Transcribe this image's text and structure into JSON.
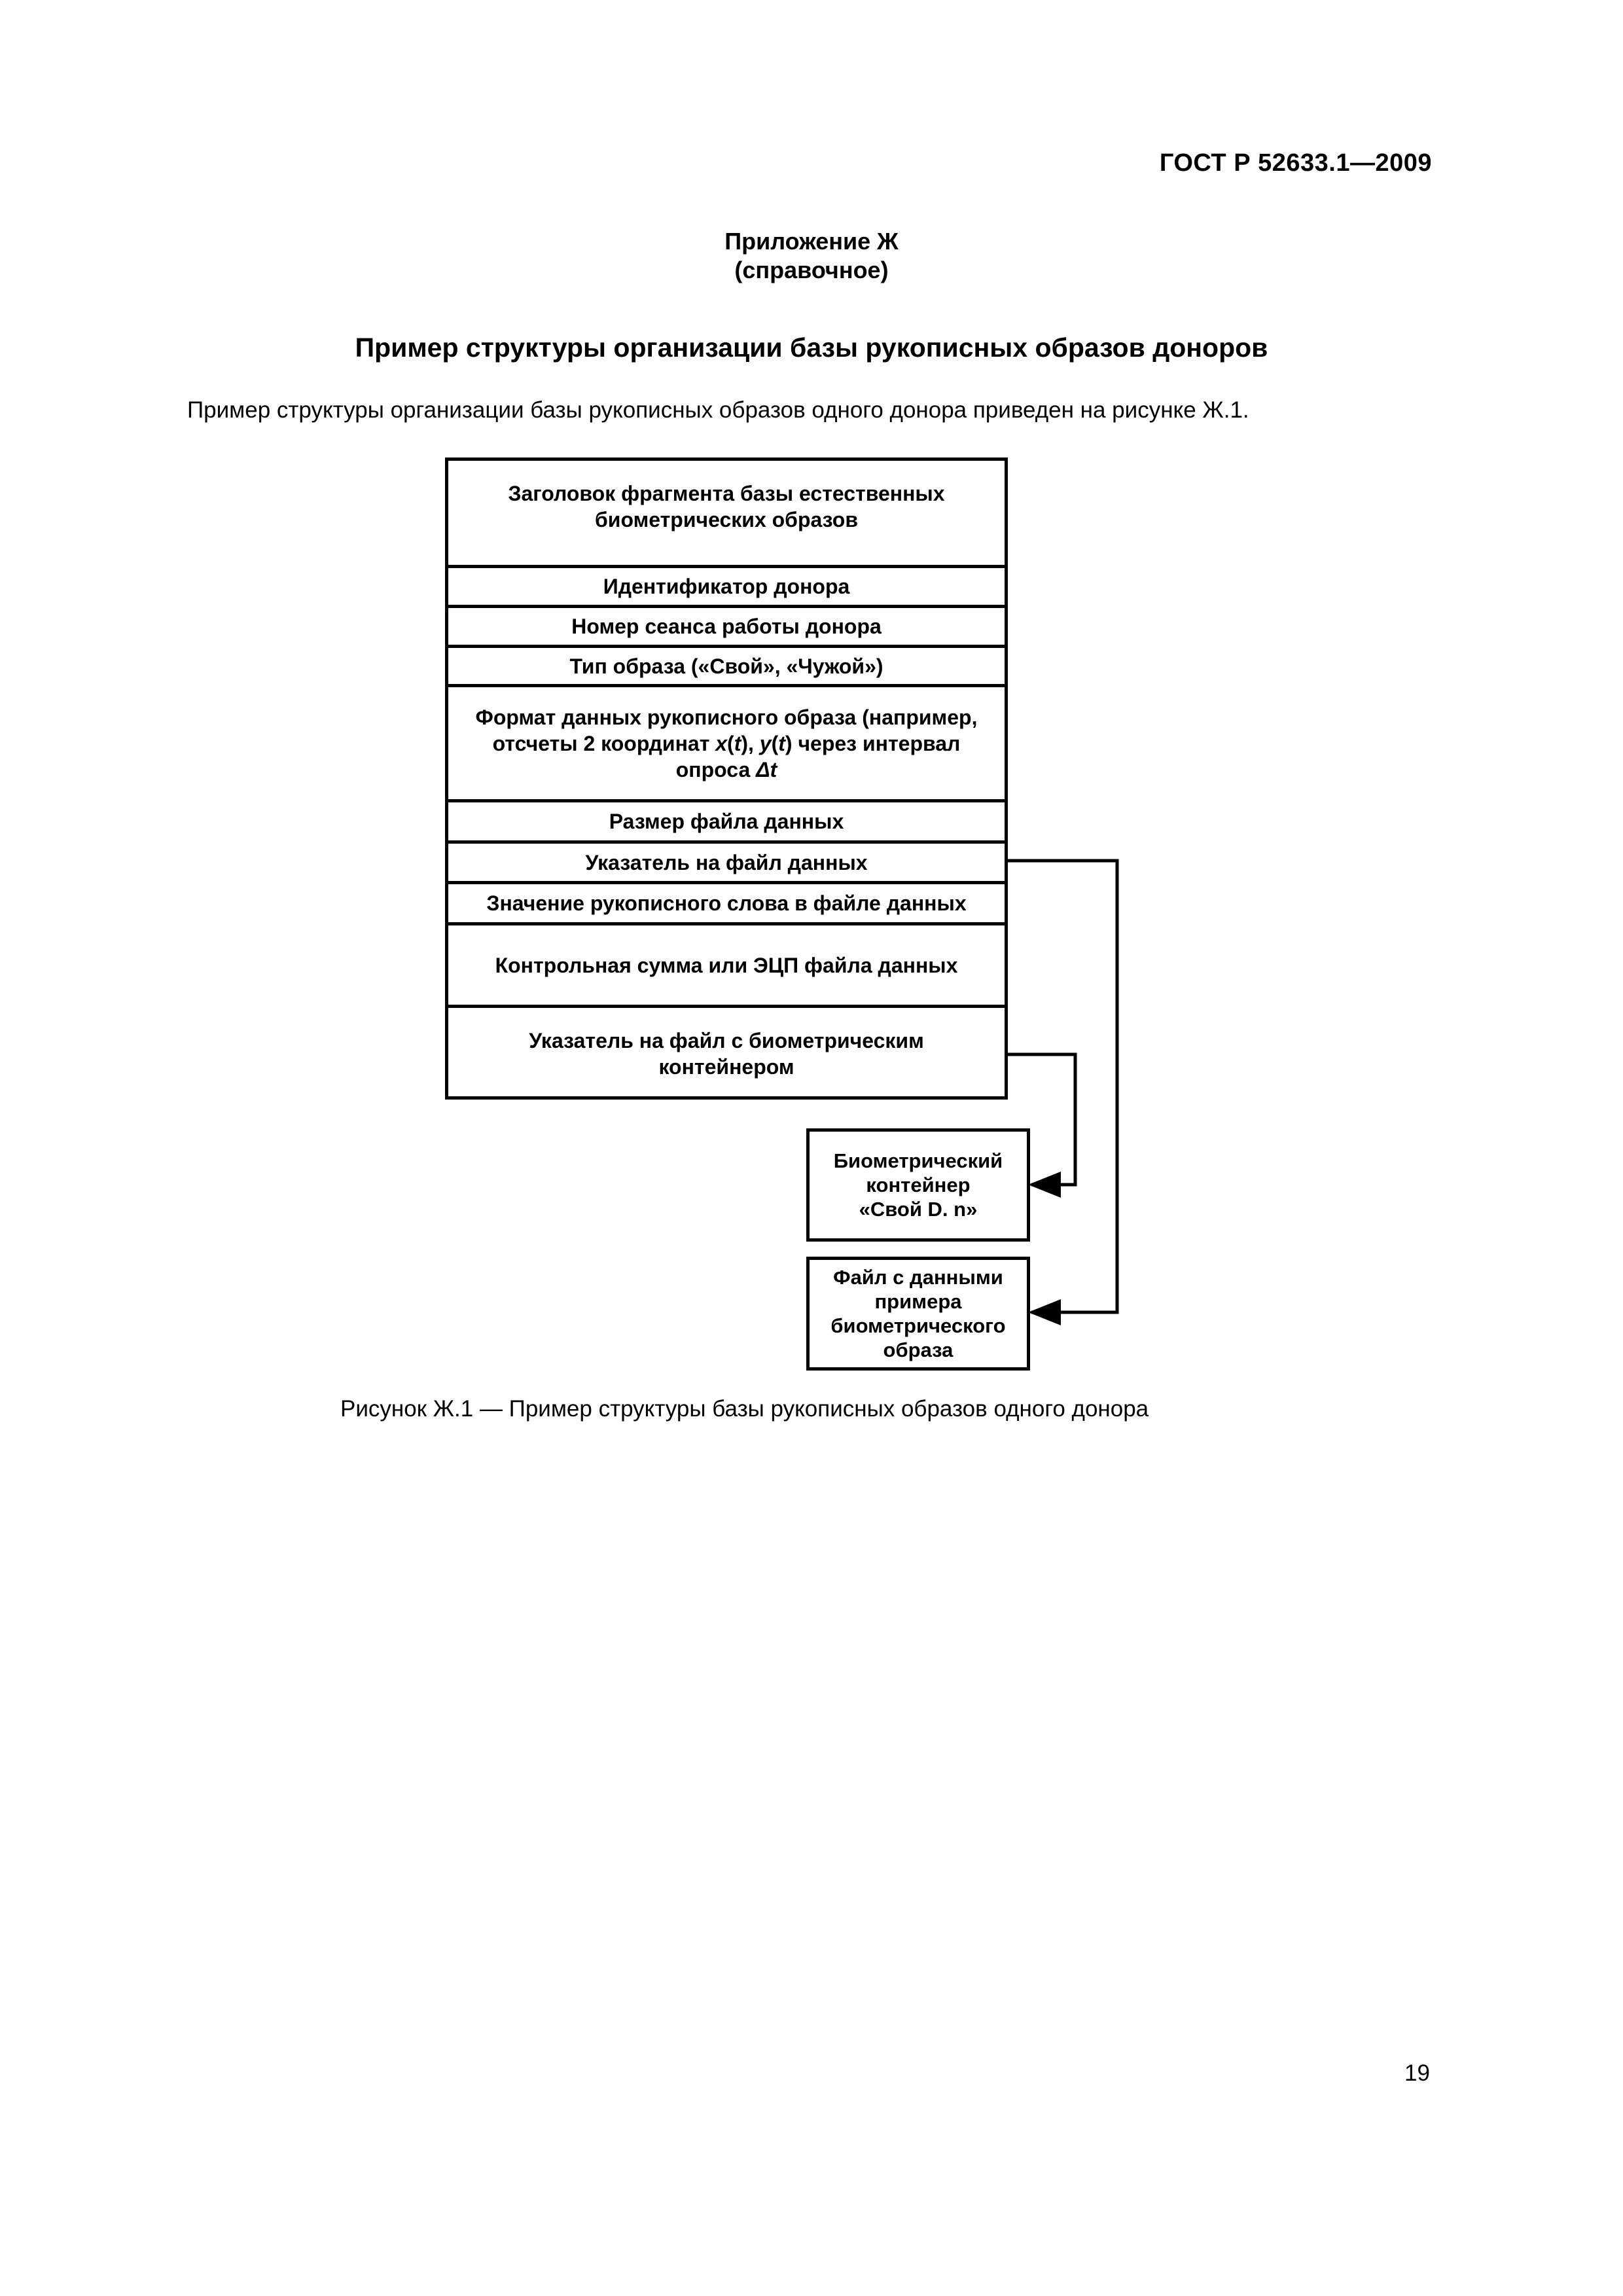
{
  "header": {
    "doc_number": "ГОСТ Р 52633.1—2009"
  },
  "appendix": {
    "title": "Приложение Ж",
    "subtitle": "(справочное)"
  },
  "section": {
    "title": "Пример структуры организации базы рукописных образов доноров",
    "intro": "Пример структуры организации базы рукописных образов одного донора приведен на рисунке Ж.1."
  },
  "diagram": {
    "rows": [
      {
        "text": "Заголовок фрагмента базы естественных биометрических образов"
      },
      {
        "text": "Идентификатор донора"
      },
      {
        "text": "Номер сеанса работы донора"
      },
      {
        "text": "Тип образа («Свой», «Чужой»)"
      },
      {
        "line1": "Формат данных рукописного образа (например,",
        "line2_pre": "отсчеты 2 координат ",
        "var_x": "x",
        "paren_open_1": "(",
        "var_t1": "t",
        "paren_close_1": "), ",
        "var_y": "y",
        "paren_open_2": "(",
        "var_t2": "t",
        "paren_close_2": ") через интервал",
        "line3_pre": "опроса ",
        "delta_t": "Δt"
      },
      {
        "text": "Размер файла данных"
      },
      {
        "text": "Указатель на файл данных"
      },
      {
        "text": "Значение рукописного слова в файле данных"
      },
      {
        "text": "Контрольная сумма или ЭЦП файла данных"
      },
      {
        "text": "Указатель на файл с биометрическим контейнером"
      }
    ],
    "container_box": {
      "line1": "Биометрический",
      "line2": "контейнер",
      "line3": "«Свой D. n»"
    },
    "datafile_box": {
      "line1": "Файл с данными",
      "line2": "примера",
      "line3": "биометрического",
      "line4": "образа"
    }
  },
  "figure": {
    "caption": "Рисунок Ж.1  — Пример структуры базы рукописных образов одного донора"
  },
  "footer": {
    "page_number": "19"
  }
}
